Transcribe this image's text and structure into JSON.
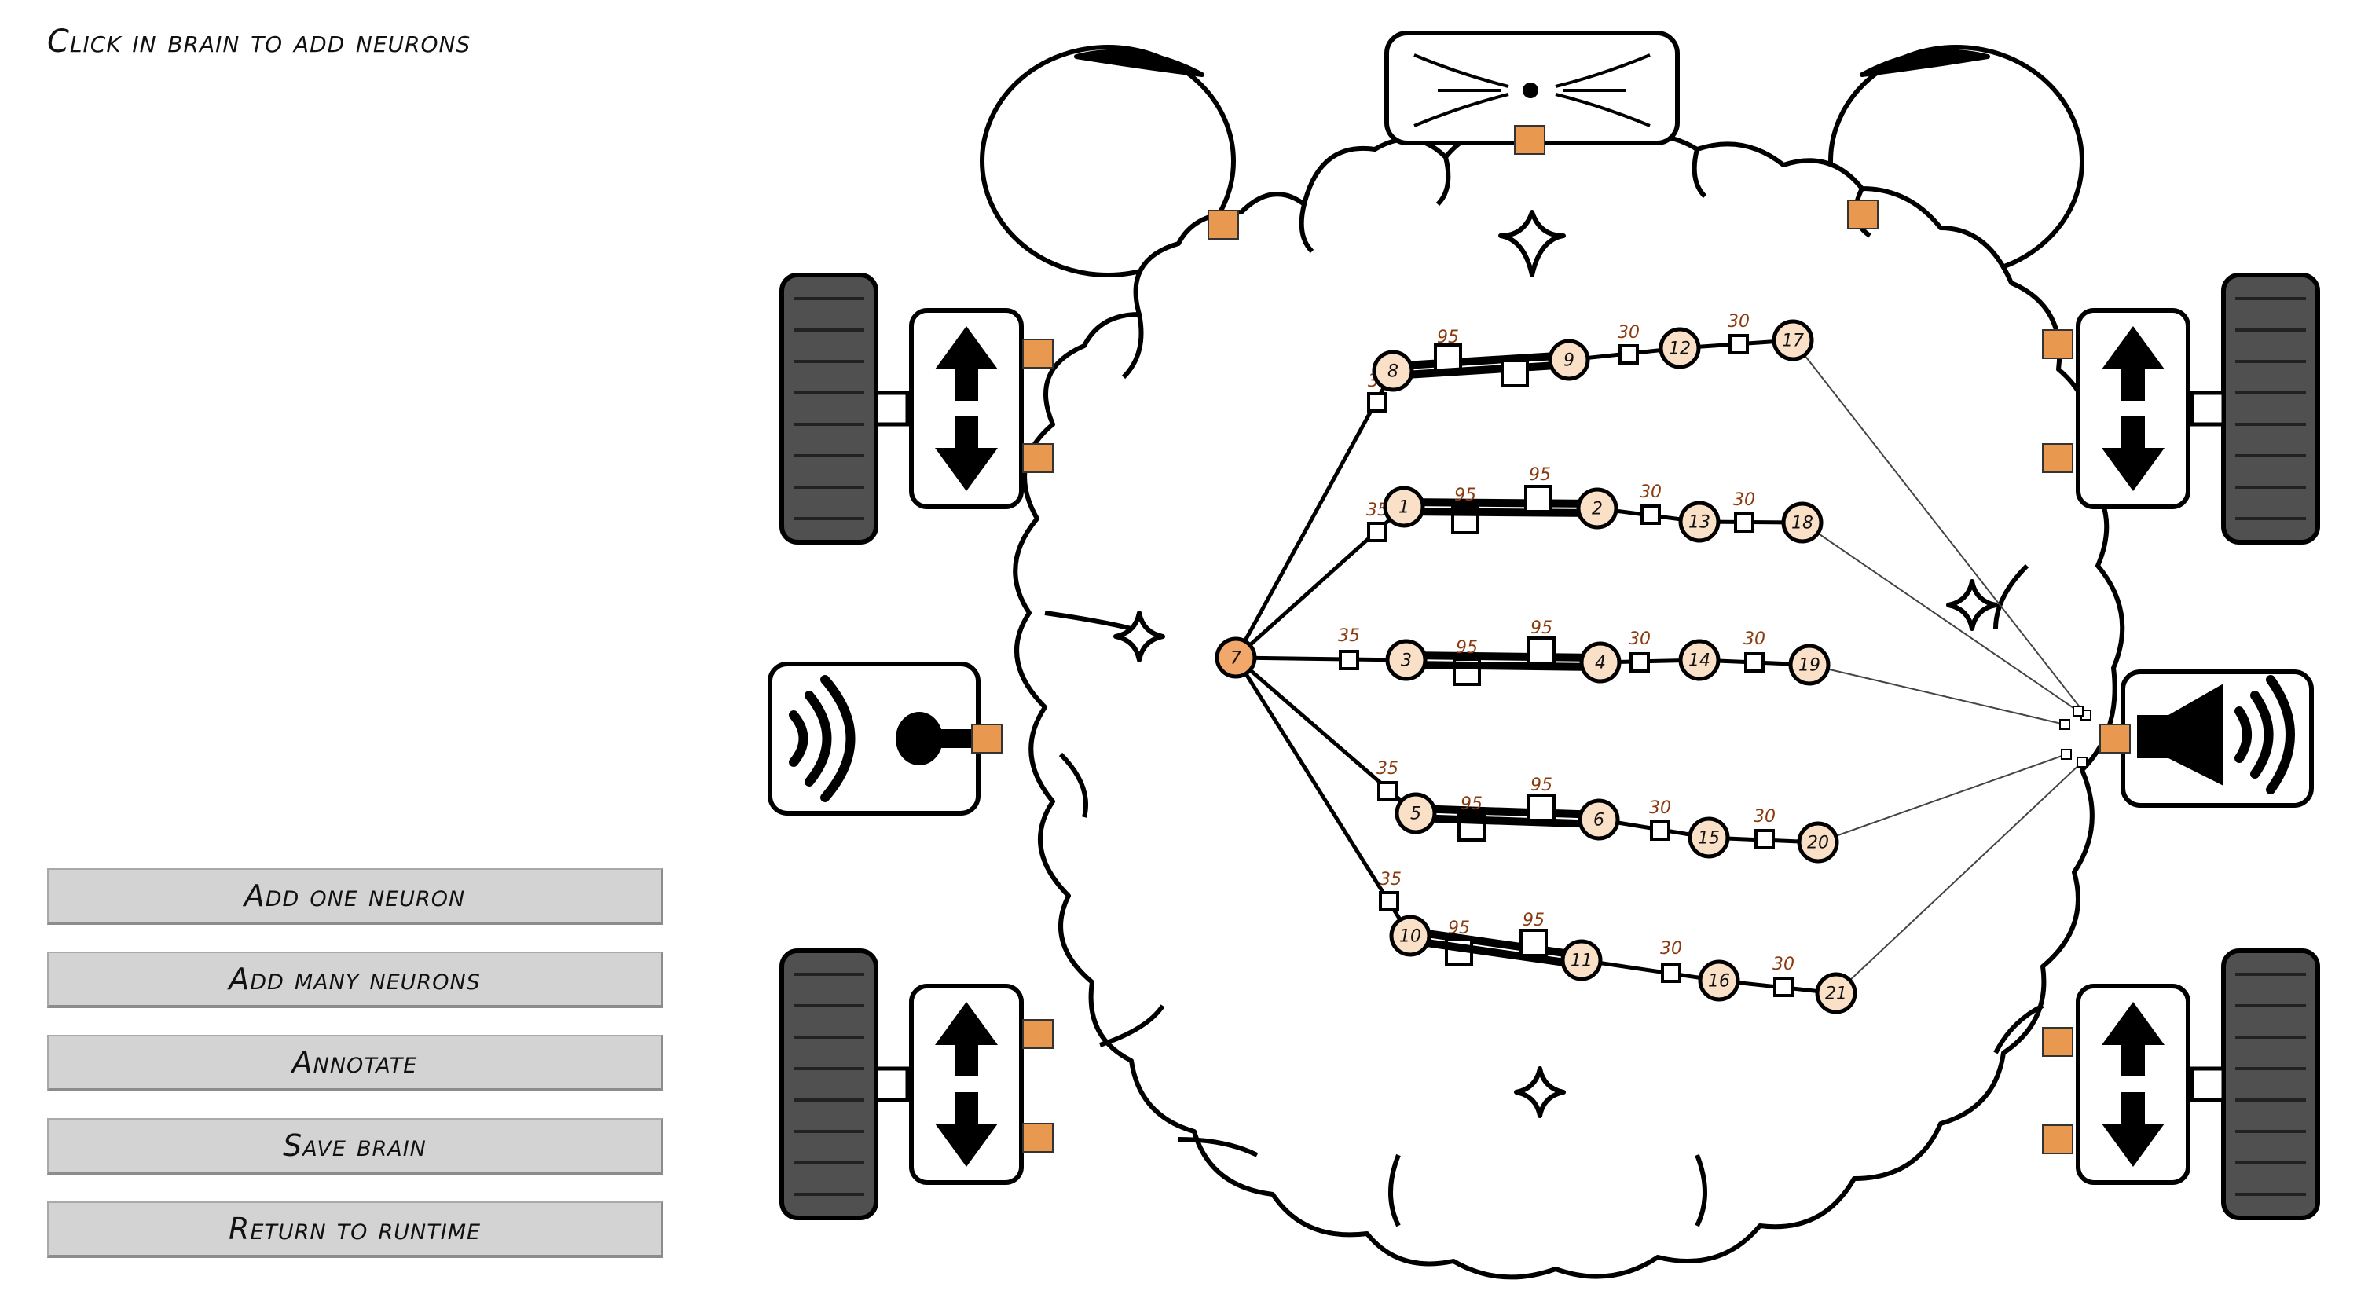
{
  "instruction": "Click in brain to add neurons",
  "buttons": {
    "add_one": "Add one neuron",
    "add_many": "Add many neurons",
    "annotate": "Annotate",
    "save": "Save brain",
    "return": "Return to runtime"
  },
  "colors": {
    "neuron_fill": "#fbe0c8",
    "active_neuron_fill": "#f2a86a",
    "sensor_port": "#e8984f",
    "weight_label": "#8b3a0e",
    "button_bg": "#d3d3d3"
  },
  "icons": [
    "camera-icon",
    "microphone-icon",
    "speaker-icon",
    "wheel-icon",
    "motor-arrows-icon",
    "sound-waves-icon"
  ],
  "neurons": [
    {
      "id": "7",
      "label": "7",
      "active": true
    },
    {
      "id": "8",
      "label": "8"
    },
    {
      "id": "9",
      "label": "9"
    },
    {
      "id": "12",
      "label": "12"
    },
    {
      "id": "17",
      "label": "17"
    },
    {
      "id": "1",
      "label": "1"
    },
    {
      "id": "2",
      "label": "2"
    },
    {
      "id": "13",
      "label": "13"
    },
    {
      "id": "18",
      "label": "18"
    },
    {
      "id": "3",
      "label": "3"
    },
    {
      "id": "4",
      "label": "4"
    },
    {
      "id": "14",
      "label": "14"
    },
    {
      "id": "19",
      "label": "19"
    },
    {
      "id": "5",
      "label": "5"
    },
    {
      "id": "6",
      "label": "6"
    },
    {
      "id": "15",
      "label": "15"
    },
    {
      "id": "20",
      "label": "20"
    },
    {
      "id": "10",
      "label": "10"
    },
    {
      "id": "11",
      "label": "11"
    },
    {
      "id": "16",
      "label": "16"
    },
    {
      "id": "21",
      "label": "21"
    }
  ],
  "synapse_weights": [
    {
      "id": "w7-8",
      "label": "35"
    },
    {
      "id": "w8-9",
      "label": "95"
    },
    {
      "id": "w9-8",
      "label": "95"
    },
    {
      "id": "w9-12",
      "label": "30"
    },
    {
      "id": "w12-17",
      "label": "30"
    },
    {
      "id": "w7-1",
      "label": "35"
    },
    {
      "id": "w1-2",
      "label": "95"
    },
    {
      "id": "w2-1",
      "label": "95"
    },
    {
      "id": "w2-13",
      "label": "30"
    },
    {
      "id": "w13-18",
      "label": "30"
    },
    {
      "id": "w7-3",
      "label": "35"
    },
    {
      "id": "w3-4",
      "label": "95"
    },
    {
      "id": "w4-3",
      "label": "95"
    },
    {
      "id": "w4-14",
      "label": "30"
    },
    {
      "id": "w14-19",
      "label": "30"
    },
    {
      "id": "w7-5",
      "label": "35"
    },
    {
      "id": "w5-6",
      "label": "95"
    },
    {
      "id": "w6-5",
      "label": "95"
    },
    {
      "id": "w6-15",
      "label": "30"
    },
    {
      "id": "w15-20",
      "label": "30"
    },
    {
      "id": "w7-10",
      "label": "35"
    },
    {
      "id": "w10-11",
      "label": "95"
    },
    {
      "id": "w11-10",
      "label": "95"
    },
    {
      "id": "w11-16",
      "label": "30"
    },
    {
      "id": "w16-21",
      "label": "30"
    }
  ]
}
